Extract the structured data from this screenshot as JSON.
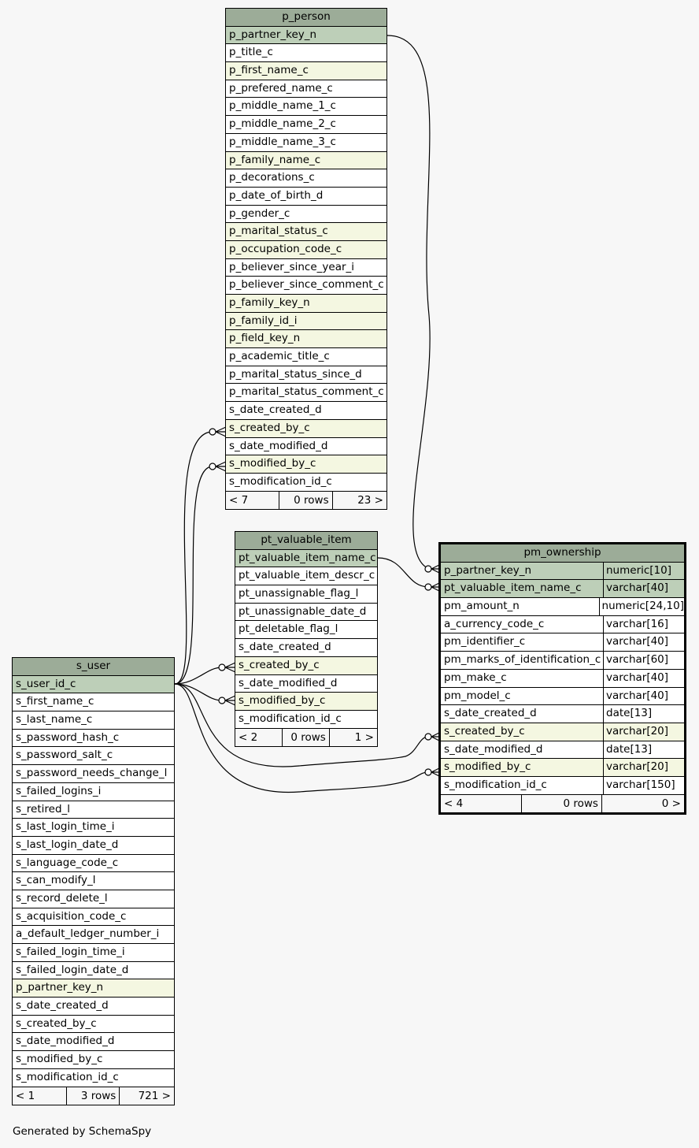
{
  "tables": {
    "p_person": {
      "title": "p_person",
      "columns": [
        {
          "name": "p_partner_key_n",
          "kind": "pk"
        },
        {
          "name": "p_title_c",
          "kind": ""
        },
        {
          "name": "p_first_name_c",
          "kind": "fk"
        },
        {
          "name": "p_prefered_name_c",
          "kind": ""
        },
        {
          "name": "p_middle_name_1_c",
          "kind": ""
        },
        {
          "name": "p_middle_name_2_c",
          "kind": ""
        },
        {
          "name": "p_middle_name_3_c",
          "kind": ""
        },
        {
          "name": "p_family_name_c",
          "kind": "fk"
        },
        {
          "name": "p_decorations_c",
          "kind": ""
        },
        {
          "name": "p_date_of_birth_d",
          "kind": ""
        },
        {
          "name": "p_gender_c",
          "kind": ""
        },
        {
          "name": "p_marital_status_c",
          "kind": "fk"
        },
        {
          "name": "p_occupation_code_c",
          "kind": "fk"
        },
        {
          "name": "p_believer_since_year_i",
          "kind": ""
        },
        {
          "name": "p_believer_since_comment_c",
          "kind": ""
        },
        {
          "name": "p_family_key_n",
          "kind": "fk"
        },
        {
          "name": "p_family_id_i",
          "kind": "fk"
        },
        {
          "name": "p_field_key_n",
          "kind": "fk"
        },
        {
          "name": "p_academic_title_c",
          "kind": ""
        },
        {
          "name": "p_marital_status_since_d",
          "kind": ""
        },
        {
          "name": "p_marital_status_comment_c",
          "kind": ""
        },
        {
          "name": "s_date_created_d",
          "kind": ""
        },
        {
          "name": "s_created_by_c",
          "kind": "fk"
        },
        {
          "name": "s_date_modified_d",
          "kind": ""
        },
        {
          "name": "s_modified_by_c",
          "kind": "fk"
        },
        {
          "name": "s_modification_id_c",
          "kind": ""
        }
      ],
      "footer": {
        "parents": "< 7",
        "rows": "0 rows",
        "children": "23 >"
      }
    },
    "pt_valuable_item": {
      "title": "pt_valuable_item",
      "columns": [
        {
          "name": "pt_valuable_item_name_c",
          "kind": "pk"
        },
        {
          "name": "pt_valuable_item_descr_c",
          "kind": ""
        },
        {
          "name": "pt_unassignable_flag_l",
          "kind": ""
        },
        {
          "name": "pt_unassignable_date_d",
          "kind": ""
        },
        {
          "name": "pt_deletable_flag_l",
          "kind": ""
        },
        {
          "name": "s_date_created_d",
          "kind": ""
        },
        {
          "name": "s_created_by_c",
          "kind": "fk"
        },
        {
          "name": "s_date_modified_d",
          "kind": ""
        },
        {
          "name": "s_modified_by_c",
          "kind": "fk"
        },
        {
          "name": "s_modification_id_c",
          "kind": ""
        }
      ],
      "footer": {
        "parents": "< 2",
        "rows": "0 rows",
        "children": "1 >"
      }
    },
    "pm_ownership": {
      "title": "pm_ownership",
      "columns": [
        {
          "name": "p_partner_key_n",
          "type": "numeric[10]",
          "kind": "pk"
        },
        {
          "name": "pt_valuable_item_name_c",
          "type": "varchar[40]",
          "kind": "pk"
        },
        {
          "name": "pm_amount_n",
          "type": "numeric[24,10]",
          "kind": ""
        },
        {
          "name": "a_currency_code_c",
          "type": "varchar[16]",
          "kind": ""
        },
        {
          "name": "pm_identifier_c",
          "type": "varchar[40]",
          "kind": ""
        },
        {
          "name": "pm_marks_of_identification_c",
          "type": "varchar[60]",
          "kind": ""
        },
        {
          "name": "pm_make_c",
          "type": "varchar[40]",
          "kind": ""
        },
        {
          "name": "pm_model_c",
          "type": "varchar[40]",
          "kind": ""
        },
        {
          "name": "s_date_created_d",
          "type": "date[13]",
          "kind": ""
        },
        {
          "name": "s_created_by_c",
          "type": "varchar[20]",
          "kind": "fk"
        },
        {
          "name": "s_date_modified_d",
          "type": "date[13]",
          "kind": ""
        },
        {
          "name": "s_modified_by_c",
          "type": "varchar[20]",
          "kind": "fk"
        },
        {
          "name": "s_modification_id_c",
          "type": "varchar[150]",
          "kind": ""
        }
      ],
      "footer": {
        "parents": "< 4",
        "rows": "0 rows",
        "children": "0 >"
      }
    },
    "s_user": {
      "title": "s_user",
      "columns": [
        {
          "name": "s_user_id_c",
          "kind": "pk"
        },
        {
          "name": "s_first_name_c",
          "kind": ""
        },
        {
          "name": "s_last_name_c",
          "kind": ""
        },
        {
          "name": "s_password_hash_c",
          "kind": ""
        },
        {
          "name": "s_password_salt_c",
          "kind": ""
        },
        {
          "name": "s_password_needs_change_l",
          "kind": ""
        },
        {
          "name": "s_failed_logins_i",
          "kind": ""
        },
        {
          "name": "s_retired_l",
          "kind": ""
        },
        {
          "name": "s_last_login_time_i",
          "kind": ""
        },
        {
          "name": "s_last_login_date_d",
          "kind": ""
        },
        {
          "name": "s_language_code_c",
          "kind": ""
        },
        {
          "name": "s_can_modify_l",
          "kind": ""
        },
        {
          "name": "s_record_delete_l",
          "kind": ""
        },
        {
          "name": "s_acquisition_code_c",
          "kind": ""
        },
        {
          "name": "a_default_ledger_number_i",
          "kind": ""
        },
        {
          "name": "s_failed_login_time_i",
          "kind": ""
        },
        {
          "name": "s_failed_login_date_d",
          "kind": ""
        },
        {
          "name": "p_partner_key_n",
          "kind": "fk"
        },
        {
          "name": "s_date_created_d",
          "kind": ""
        },
        {
          "name": "s_created_by_c",
          "kind": ""
        },
        {
          "name": "s_date_modified_d",
          "kind": ""
        },
        {
          "name": "s_modified_by_c",
          "kind": ""
        },
        {
          "name": "s_modification_id_c",
          "kind": ""
        }
      ],
      "footer": {
        "parents": "< 1",
        "rows": "3 rows",
        "children": "721 >"
      }
    }
  },
  "credit": "Generated by SchemaSpy",
  "colors": {
    "background": "#f7f7f7",
    "title_bar": "#9cac98",
    "primary_key_row": "#bdcfb8",
    "foreign_key_row": "#f4f7e1",
    "row": "#ffffff"
  }
}
